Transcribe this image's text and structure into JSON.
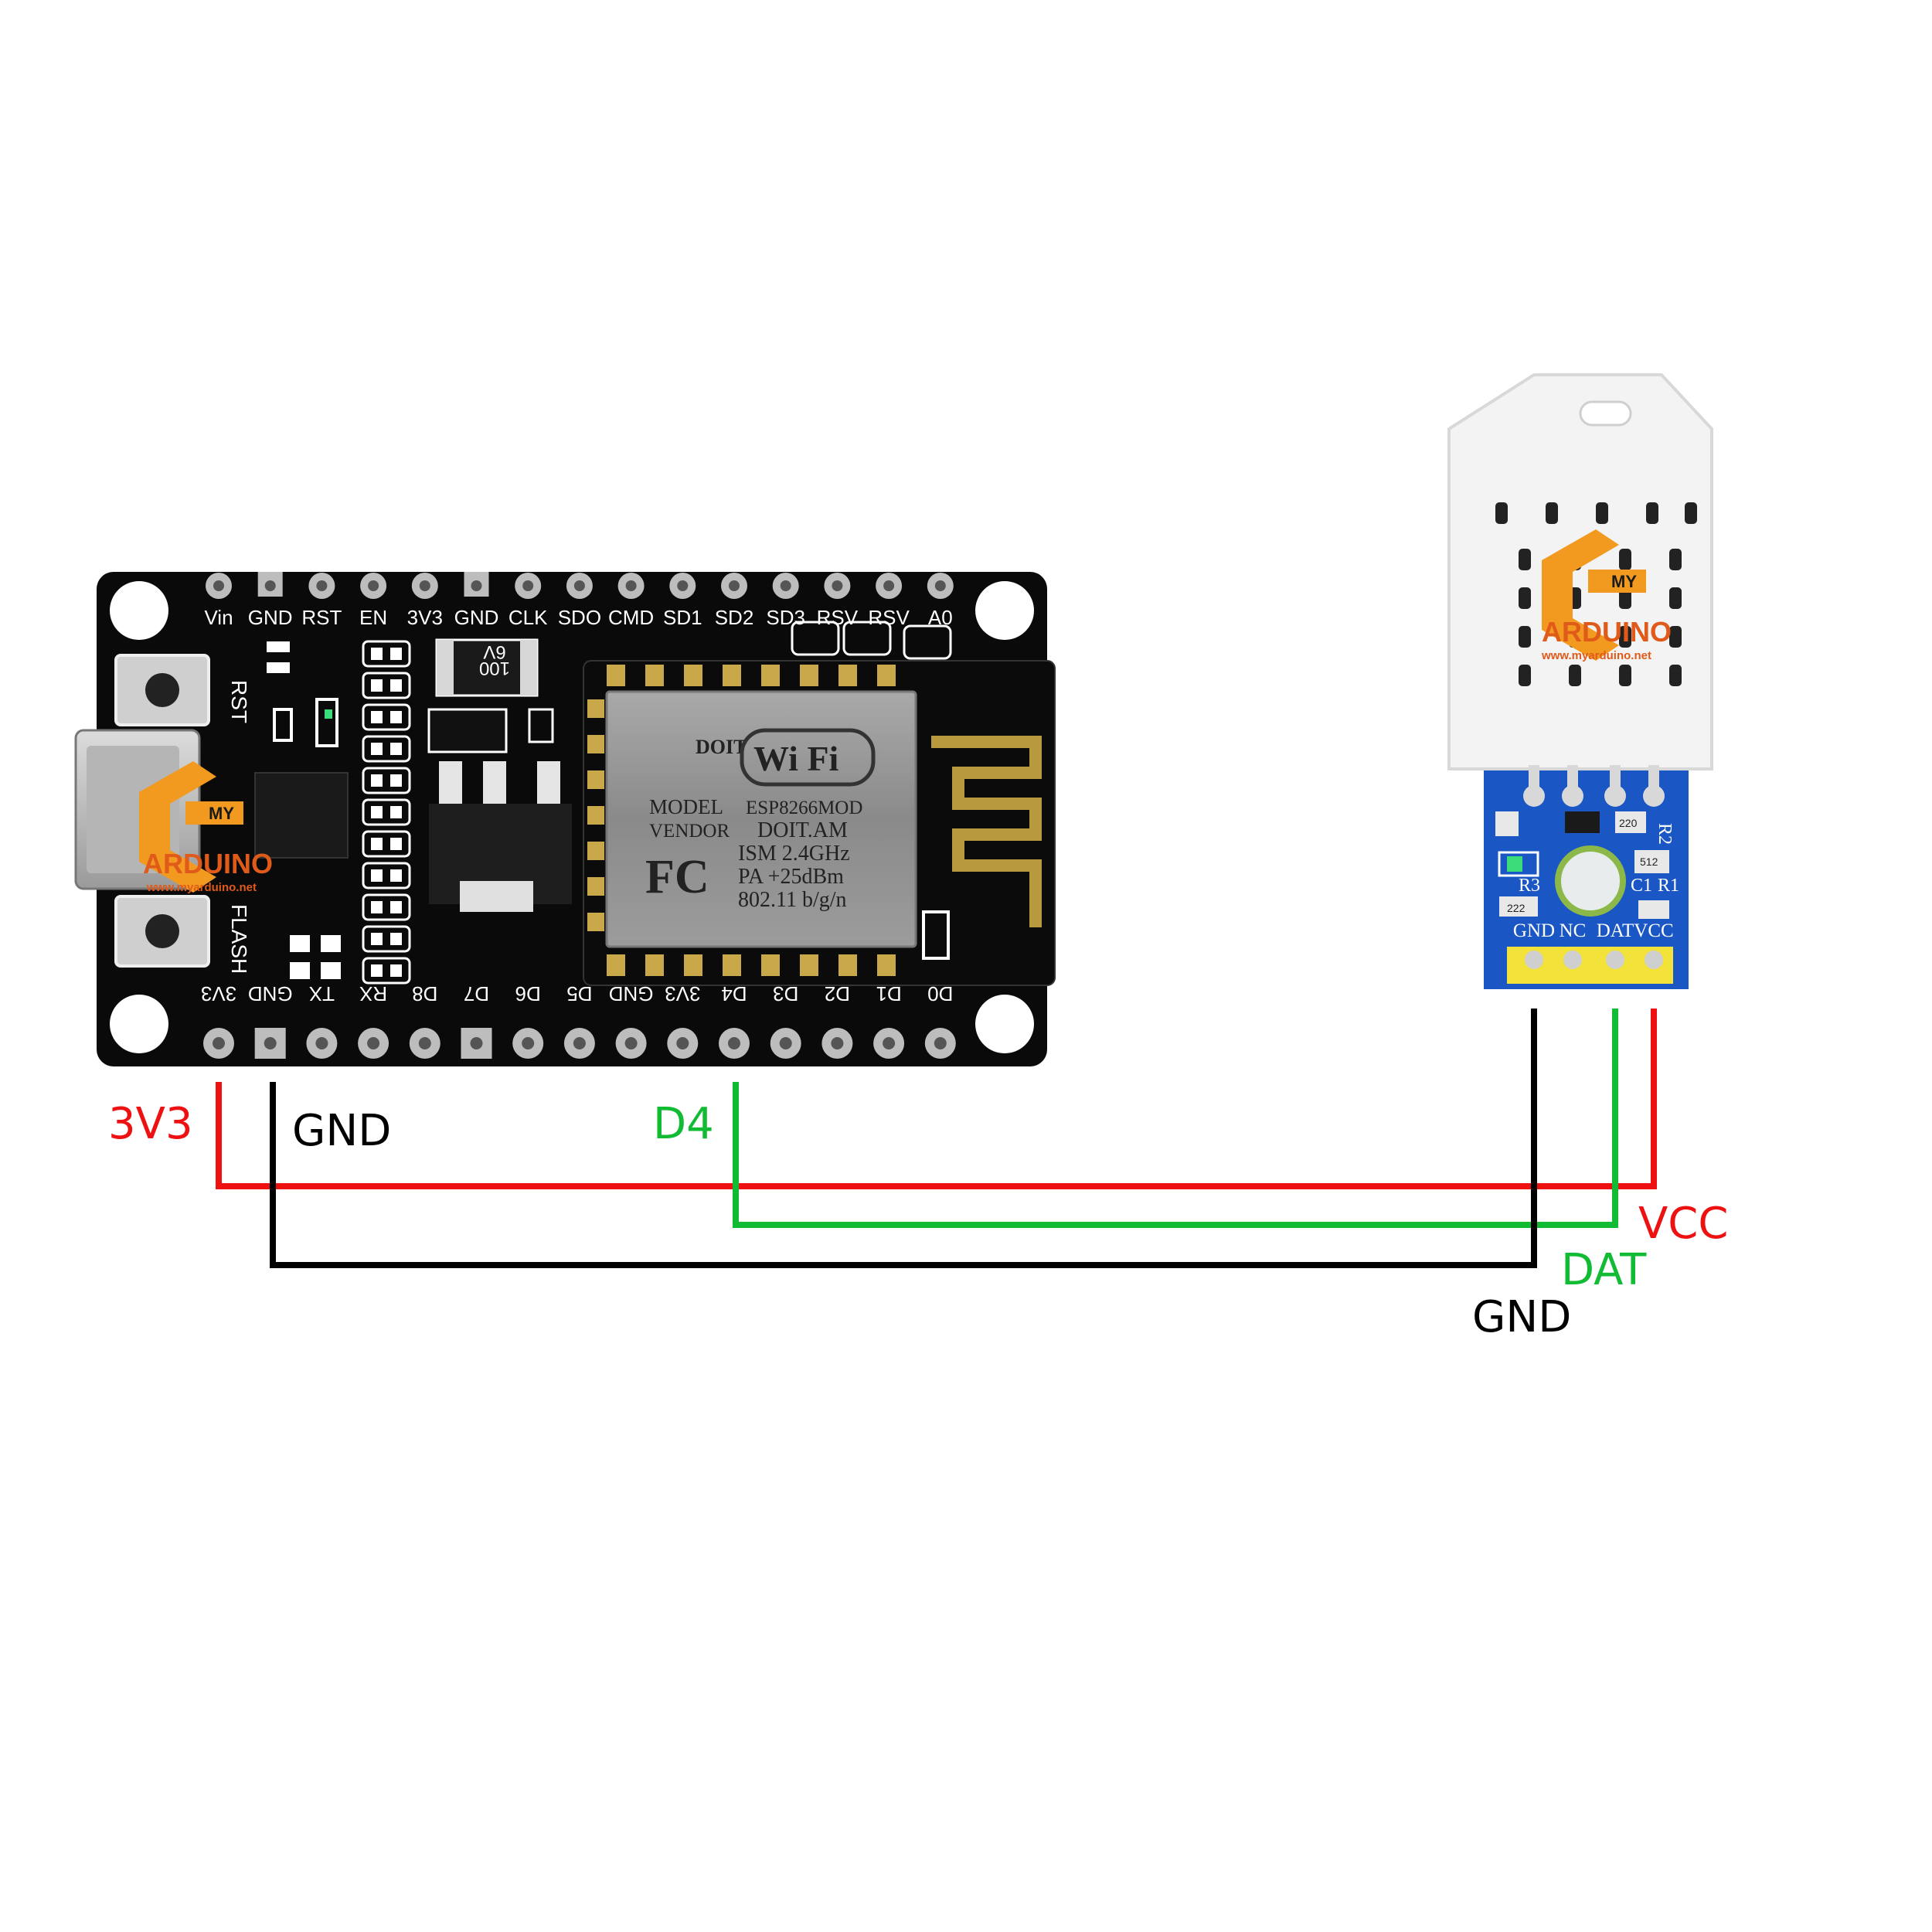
{
  "board": {
    "top_pins": [
      "Vin",
      "GND",
      "RST",
      "EN",
      "3V3",
      "GND",
      "CLK",
      "SDO",
      "CMD",
      "SD1",
      "SD2",
      "SD3",
      "RSV",
      "RSV",
      "A0"
    ],
    "bottom_pins": [
      "3V3",
      "GND",
      "TX",
      "RX",
      "D8",
      "D7",
      "D6",
      "D5",
      "GND",
      "3V3",
      "D4",
      "D3",
      "D2",
      "D1",
      "D0"
    ],
    "button_rst": "RST",
    "button_flash": "FLASH",
    "capacitor": [
      "100",
      "6V"
    ],
    "module": {
      "brand": "DOIT",
      "wifi": "Wi Fi",
      "model_label": "MODEL",
      "model_value": "ESP8266MOD",
      "vendor_label": "VENDOR",
      "vendor_value": "DOIT.AM",
      "fc": "FC",
      "ism": "ISM    2.4GHz",
      "pa": "PA    +25dBm",
      "std": "802.11 b/g/n"
    }
  },
  "sensor": {
    "pins": [
      "GND",
      "NC",
      "DAT",
      "VCC"
    ],
    "labels": {
      "r3": "R3",
      "r1": "R1",
      "c1": "C1",
      "r2": "R2",
      "c2": "222",
      "r220": "220",
      "r512": "512"
    }
  },
  "watermark": {
    "my": "MY",
    "arduino": "ARDUINO",
    "url": "www.myarduino.net"
  },
  "wires": {
    "board_3v3": "3V3",
    "board_gnd": "GND",
    "board_d4": "D4",
    "sensor_vcc": "VCC",
    "sensor_dat": "DAT",
    "sensor_gnd": "GND"
  },
  "colors": {
    "vcc": "#ee1111",
    "dat": "#11bb33",
    "gnd": "#000000",
    "board": "#0a0a0a",
    "sensor_pcb": "#1a56c4",
    "logo_orange": "#f29a1f"
  }
}
